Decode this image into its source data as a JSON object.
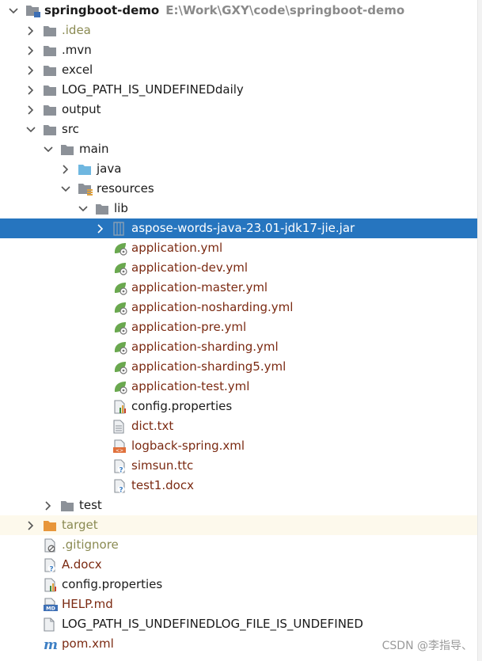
{
  "project": {
    "name": "springboot-demo",
    "path": "E:\\Work\\GXY\\code\\springboot-demo"
  },
  "colors": {
    "selection": "#2675bf",
    "resource_text": "#7b2a12",
    "folder": "#8c9198",
    "source_folder": "#6fb7e0",
    "excluded_folder": "#e8963a",
    "spring_leaf": "#6aa84f"
  },
  "tree": [
    {
      "id": "root",
      "label": "springboot-demo",
      "depth": 0,
      "chevron": "down",
      "icon": "module-folder-icon",
      "bold": true,
      "path": true
    },
    {
      "id": "idea",
      "label": ".idea",
      "depth": 1,
      "chevron": "right",
      "icon": "folder-icon",
      "style": "ign"
    },
    {
      "id": "mvn",
      "label": ".mvn",
      "depth": 1,
      "chevron": "right",
      "icon": "folder-icon"
    },
    {
      "id": "excel",
      "label": "excel",
      "depth": 1,
      "chevron": "right",
      "icon": "folder-icon"
    },
    {
      "id": "logdaily",
      "label": "LOG_PATH_IS_UNDEFINEDdaily",
      "depth": 1,
      "chevron": "right",
      "icon": "folder-icon"
    },
    {
      "id": "output",
      "label": "output",
      "depth": 1,
      "chevron": "right",
      "icon": "folder-icon"
    },
    {
      "id": "src",
      "label": "src",
      "depth": 1,
      "chevron": "down",
      "icon": "folder-icon"
    },
    {
      "id": "main",
      "label": "main",
      "depth": 2,
      "chevron": "down",
      "icon": "folder-icon"
    },
    {
      "id": "java",
      "label": "java",
      "depth": 3,
      "chevron": "right",
      "icon": "source-folder-icon"
    },
    {
      "id": "resources",
      "label": "resources",
      "depth": 3,
      "chevron": "down",
      "icon": "resources-folder-icon"
    },
    {
      "id": "lib",
      "label": "lib",
      "depth": 4,
      "chevron": "down",
      "icon": "folder-icon"
    },
    {
      "id": "aspose",
      "label": "aspose-words-java-23.01-jdk17-jie.jar",
      "depth": 5,
      "chevron": "right",
      "icon": "jar-icon",
      "selected": true
    },
    {
      "id": "app",
      "label": "application.yml",
      "depth": 5,
      "icon": "spring-yml-icon",
      "style": "res"
    },
    {
      "id": "appdev",
      "label": "application-dev.yml",
      "depth": 5,
      "icon": "spring-yml-icon",
      "style": "res"
    },
    {
      "id": "appmaster",
      "label": "application-master.yml",
      "depth": 5,
      "icon": "spring-yml-icon",
      "style": "res"
    },
    {
      "id": "appnoshard",
      "label": "application-nosharding.yml",
      "depth": 5,
      "icon": "spring-yml-icon",
      "style": "res"
    },
    {
      "id": "apppre",
      "label": "application-pre.yml",
      "depth": 5,
      "icon": "spring-yml-icon",
      "style": "res"
    },
    {
      "id": "appshard",
      "label": "application-sharding.yml",
      "depth": 5,
      "icon": "spring-yml-icon",
      "style": "res"
    },
    {
      "id": "appshard5",
      "label": "application-sharding5.yml",
      "depth": 5,
      "icon": "spring-yml-icon",
      "style": "res"
    },
    {
      "id": "apptest",
      "label": "application-test.yml",
      "depth": 5,
      "icon": "spring-yml-icon",
      "style": "res"
    },
    {
      "id": "configres",
      "label": "config.properties",
      "depth": 5,
      "icon": "properties-icon"
    },
    {
      "id": "dict",
      "label": "dict.txt",
      "depth": 5,
      "icon": "text-file-icon",
      "style": "res"
    },
    {
      "id": "logback",
      "label": "logback-spring.xml",
      "depth": 5,
      "icon": "xml-file-icon",
      "style": "res"
    },
    {
      "id": "simsun",
      "label": "simsun.ttc",
      "depth": 5,
      "icon": "unknown-file-icon",
      "style": "res"
    },
    {
      "id": "test1",
      "label": "test1.docx",
      "depth": 5,
      "icon": "unknown-file-icon",
      "style": "res"
    },
    {
      "id": "test",
      "label": "test",
      "depth": 2,
      "chevron": "right",
      "icon": "folder-icon"
    },
    {
      "id": "target",
      "label": "target",
      "depth": 1,
      "chevron": "right",
      "icon": "excluded-folder-icon",
      "style": "tgt",
      "excluded": true
    },
    {
      "id": "gitignore",
      "label": ".gitignore",
      "depth": 1,
      "icon": "ignore-file-icon",
      "style": "ign"
    },
    {
      "id": "adocx",
      "label": "A.docx",
      "depth": 1,
      "icon": "unknown-file-icon",
      "style": "res"
    },
    {
      "id": "configroot",
      "label": "config.properties",
      "depth": 1,
      "icon": "properties-icon"
    },
    {
      "id": "helpmd",
      "label": "HELP.md",
      "depth": 1,
      "icon": "markdown-icon",
      "style": "res"
    },
    {
      "id": "logfile",
      "label": "LOG_PATH_IS_UNDEFINEDLOG_FILE_IS_UNDEFINED",
      "depth": 1,
      "icon": "generic-file-icon"
    },
    {
      "id": "pom",
      "label": "pom.xml",
      "depth": 1,
      "icon": "maven-icon",
      "style": "res"
    }
  ],
  "watermark": "CSDN @李指导、"
}
